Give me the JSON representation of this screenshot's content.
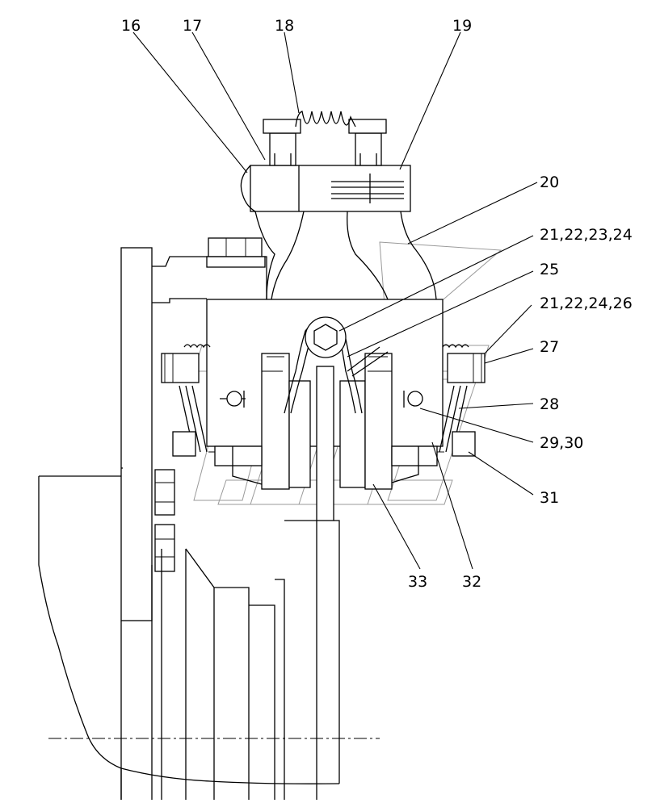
{
  "drawing": {
    "part_labels": [
      "16",
      "17",
      "18",
      "19",
      "20",
      "21,22,23,24",
      "25",
      "21,22,24,26",
      "27",
      "28",
      "29,30",
      "31",
      "33",
      "32"
    ]
  }
}
